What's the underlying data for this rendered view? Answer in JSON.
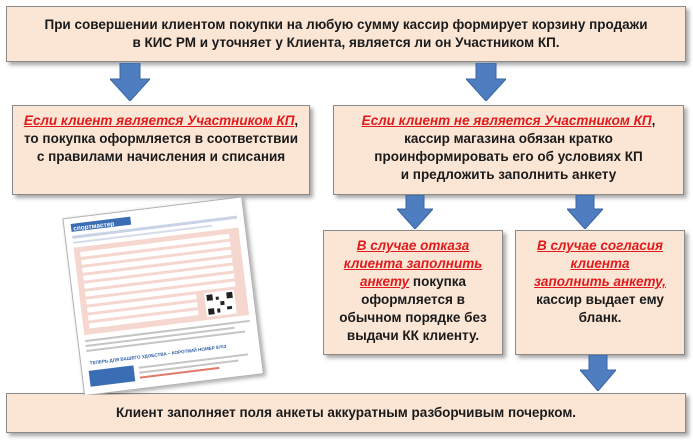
{
  "top_box": {
    "line1": "При совершении клиентом покупки на любую сумму кассир формирует корзину продажи",
    "line2": "в КИС РМ и уточняет у Клиента, является ли он Участником КП."
  },
  "left_box": {
    "condition": "Если клиент является  Участником КП",
    "line1": "то покупка оформляется в соответствии",
    "line2": "с правилами начисления и списания"
  },
  "right_box": {
    "condition": "Если клиент  не является Участником КП",
    "line1": "кассир магазина обязан кратко",
    "line2": "проинформировать его об условиях КП",
    "line3": "и предложить заполнить анкету"
  },
  "refusal_box": {
    "condition_l1": "В случае отказа",
    "condition_l2": "клиента заполнить",
    "condition_l3": "анкету",
    "text_l1": " покупка",
    "text_l2": "оформляется в",
    "text_l3": "обычном порядке без",
    "text_l4": "выдачи КК клиенту."
  },
  "consent_box": {
    "condition_l1": "В случае согласия",
    "condition_l2": "клиента",
    "condition_l3": "заполнить анкету,",
    "text_l1": "кассир выдает ему",
    "text_l2": "бланк."
  },
  "bottom_box": {
    "text": "Клиент заполняет поля анкеты аккуратным разборчивым почерком."
  },
  "form_image": {
    "header": "спортмастер",
    "footer": "ТЕПЕРЬ ДЛЯ ВАШЕГО УДОБСТВА – КОРОТКИЙ НОМЕР 8703"
  },
  "colors": {
    "box_fill": "#fbe6d6",
    "arrow_fill": "#4f7ec0",
    "highlight_text": "#e11b1b"
  }
}
